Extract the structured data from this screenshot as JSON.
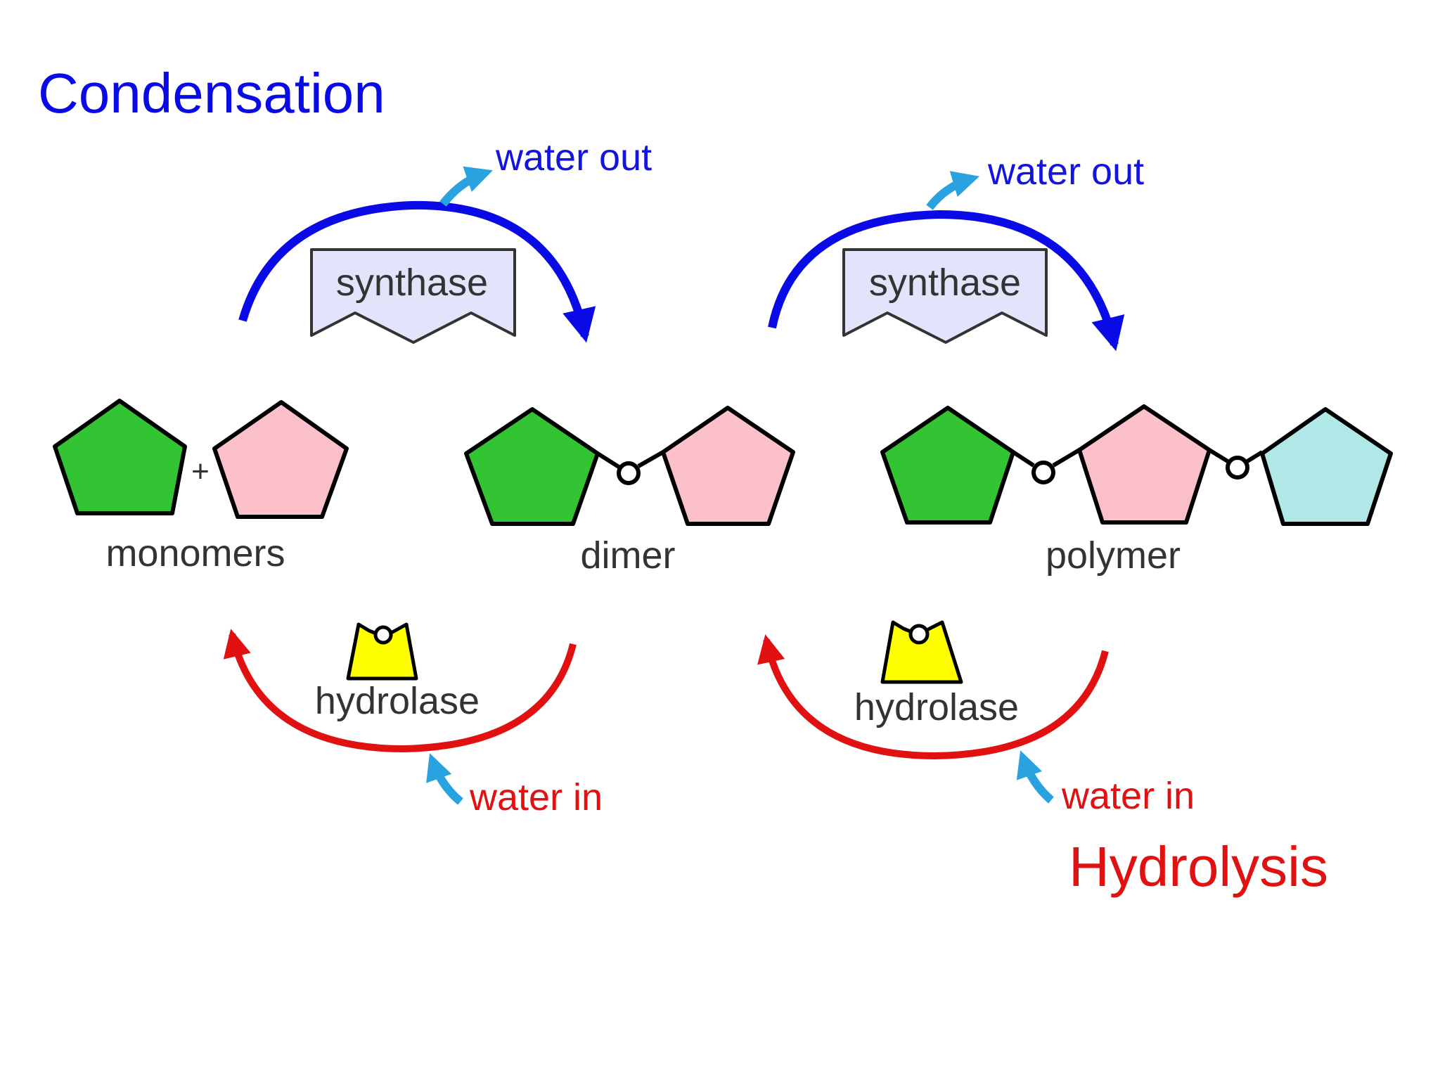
{
  "titles": {
    "condensation": "Condensation",
    "hydrolysis": "Hydrolysis"
  },
  "condensation": {
    "water_label": "water out",
    "enzyme": "synthase"
  },
  "hydrolysis": {
    "water_label": "water in",
    "enzyme": "hydrolase"
  },
  "molecules": {
    "monomers": "monomers",
    "dimer": "dimer",
    "polymer": "polymer",
    "plus": "+"
  },
  "colors": {
    "condensation": "#0a0ae6",
    "hydrolysis": "#e21111",
    "water_arrow": "#29a3e0",
    "monomer_green": "#33c433",
    "monomer_pink": "#fcc0cb",
    "monomer_cyan": "#b0e8e8",
    "synthase_fill": "#e2e4fb",
    "hydrolase_fill": "#ffff00",
    "outline": "#000000",
    "text": "#333333"
  }
}
